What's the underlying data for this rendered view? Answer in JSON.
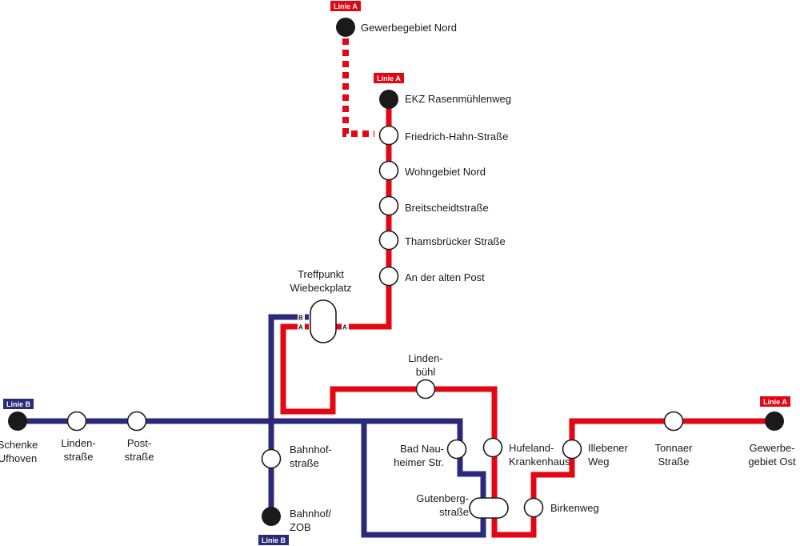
{
  "colors": {
    "line_a": "#e30613",
    "line_b": "#2b2a7a",
    "terminus": "#1a1a1a",
    "stop_fill": "#ffffff"
  },
  "badges": {
    "a_north": "Linie A",
    "a_ekz": "Linie A",
    "a_east": "Linie A",
    "b_west": "Linie B",
    "b_zob": "Linie B"
  },
  "stations": {
    "gewerbegebiet_nord": [
      "Gewerbegebiet Nord"
    ],
    "ekz": [
      "EKZ Rasenmühlenweg"
    ],
    "friedrich_hahn": [
      "Friedrich-Hahn-Straße"
    ],
    "wohngebiet_nord": [
      "Wohngebiet Nord"
    ],
    "breitscheid": [
      "Breitscheidtstraße"
    ],
    "thamsbruecker": [
      "Thamsbrücker Straße"
    ],
    "alte_post": [
      "An der alten Post"
    ],
    "treffpunkt": [
      "Treffpunkt",
      "Wiebeckplatz"
    ],
    "lindenbuehl": [
      "Linden-",
      "bühl"
    ],
    "schenke": [
      "Schenke",
      "Ufhoven"
    ],
    "lindenstrasse": [
      "Linden-",
      "straße"
    ],
    "poststrasse": [
      "Post-",
      "straße"
    ],
    "bahnhofstrasse": [
      "Bahnhof-",
      "straße"
    ],
    "bahnhof_zob": [
      "Bahnhof/",
      "ZOB"
    ],
    "bad_nauheimer": [
      "Bad Nau-",
      "heimer Str."
    ],
    "gutenberg": [
      "Gutenberg-",
      "straße"
    ],
    "hufeland": [
      "Hufeland-",
      "Krankenhaus"
    ],
    "birkenweg": [
      "Birkenweg"
    ],
    "illebener": [
      "Illebener",
      "Weg"
    ],
    "tonnaer": [
      "Tonnaer",
      "Straße"
    ],
    "gewerbegebiet_ost": [
      "Gewerbe-",
      "gebiet Ost"
    ]
  },
  "platform_marks": {
    "b_left": "B",
    "a_left": "A",
    "a_right": "A"
  }
}
